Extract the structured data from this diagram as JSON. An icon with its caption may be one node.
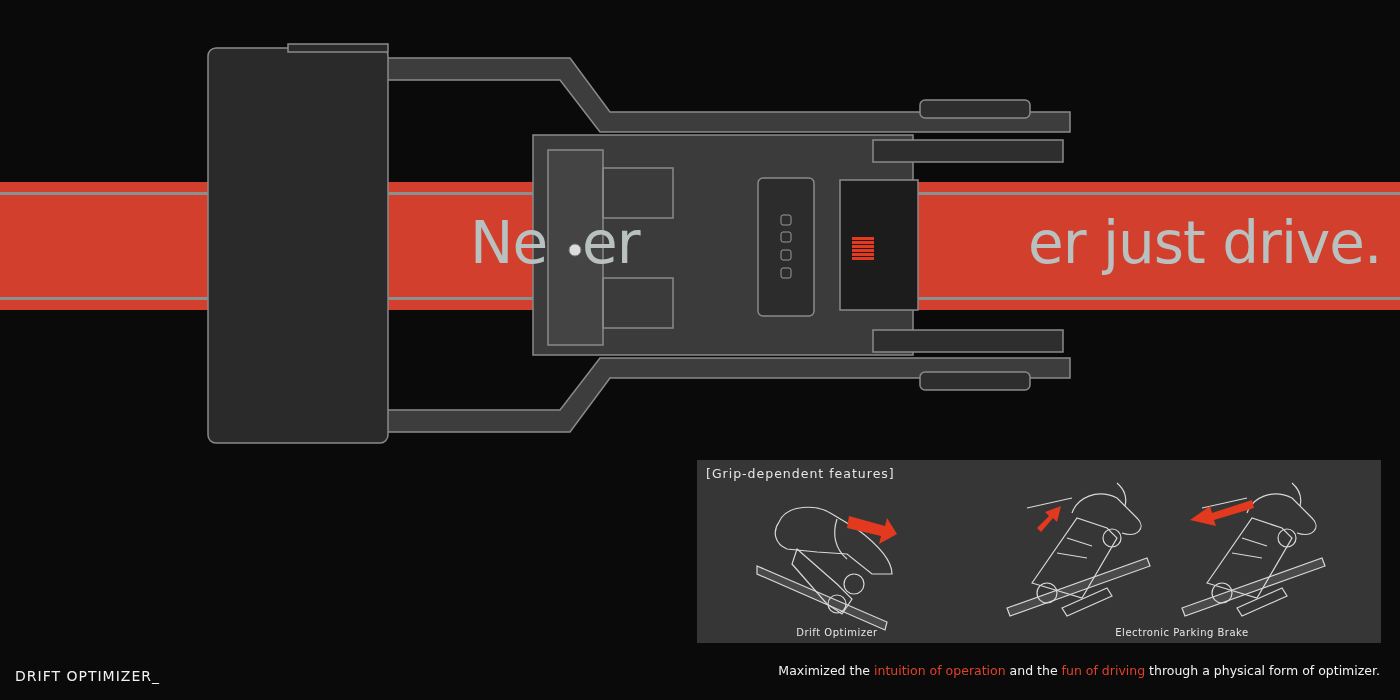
{
  "diagram": {
    "title": "DRIFT OPTIMIZER_",
    "caption": "Maximized the **intuition of operation** and the **fun of driving** through a physical form of optimizer.",
    "nodes": [
      {
        "text": [
          "[Grip-dependent features]"
        ]
      },
      {
        "text": [
          "Drift Optimizer"
        ],
        "in": 0
      },
      {
        "text": [
          "Electronic Parking Brake"
        ],
        "in": 0
      }
    ],
    "labels": [
      "Ne",
      "er",
      "er just drive."
    ]
  }
}
